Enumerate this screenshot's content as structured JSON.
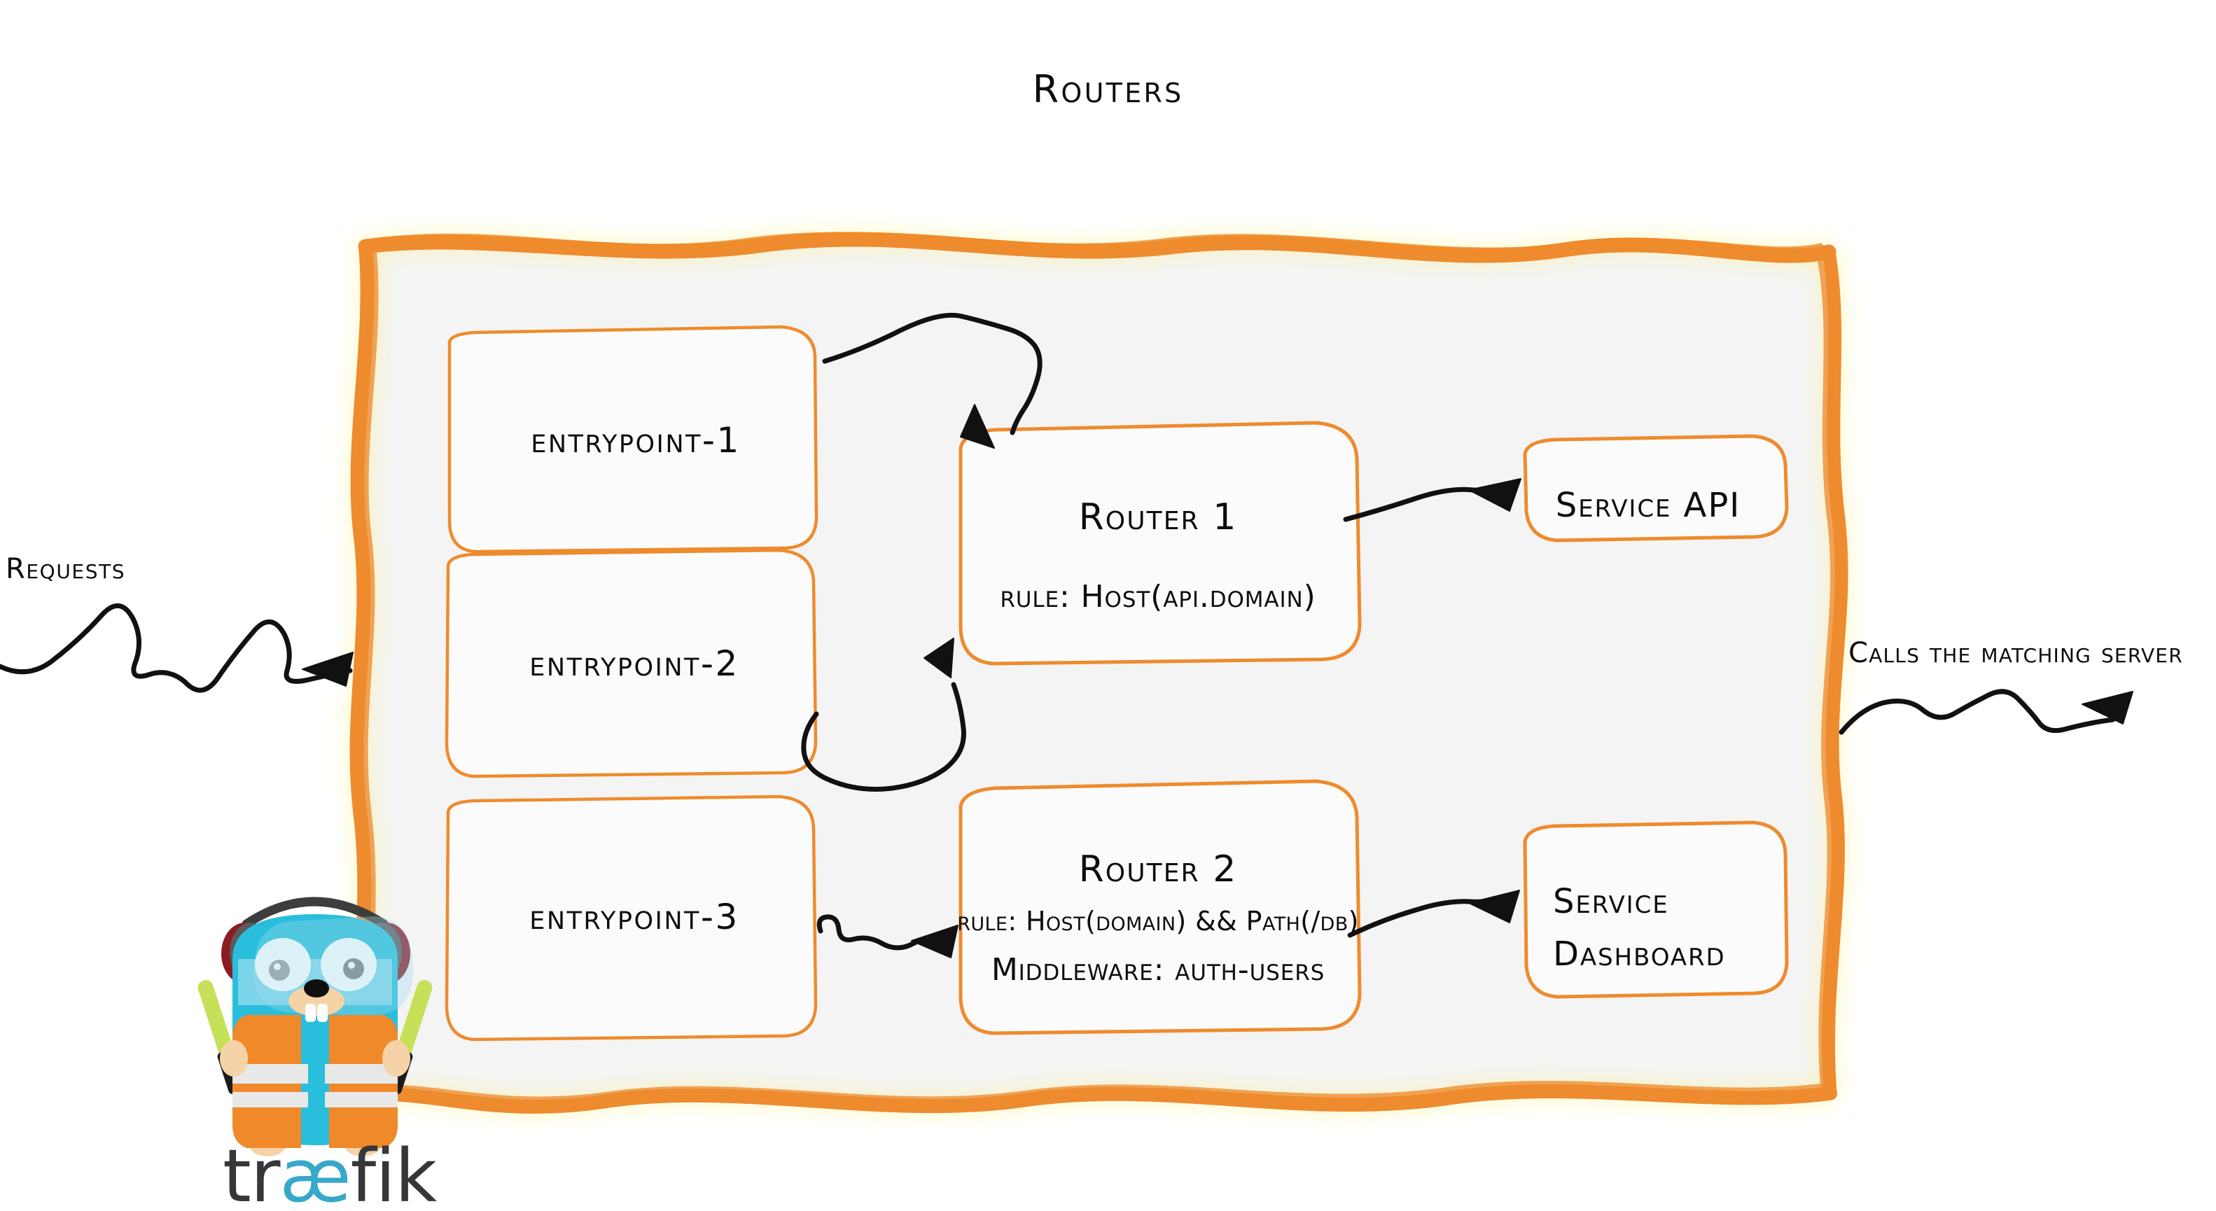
{
  "title": "Routers",
  "colors": {
    "brand_orange": "#ee8b2d",
    "panel_fill": "#f4f4f4",
    "box_fill": "#fbfbfb",
    "ink": "#0d0d0d",
    "gopher_body": "#29bedb",
    "gopher_vest": "#f0892a",
    "logo_dark": "#37363a",
    "logo_accent": "#37a8c9",
    "wand_green": "#c6e05a"
  },
  "flow": {
    "ingress_label": "Requests",
    "egress_label": "Calls the matching server"
  },
  "entrypoints": [
    {
      "label": "entrypoint-1"
    },
    {
      "label": "entrypoint-2"
    },
    {
      "label": "entrypoint-3"
    }
  ],
  "routers": [
    {
      "name": "Router 1",
      "rule": "rule: Host(api.domain)",
      "middleware": ""
    },
    {
      "name": "Router 2",
      "rule": "rule: Host(domain) && Path(/db)",
      "middleware": "Middleware: auth-users"
    }
  ],
  "services": [
    {
      "line1": "Service API",
      "line2": ""
    },
    {
      "line1": "Service",
      "line2": "Dashboard"
    }
  ],
  "logo": {
    "prefix": "tr",
    "accent": "æ",
    "suffix": "fik",
    "alt": "traefik"
  },
  "chart_data": {
    "type": "diagram",
    "title": "Routers",
    "nodes": [
      {
        "id": "entrypoint-1",
        "kind": "entrypoint",
        "label": "entrypoint-1"
      },
      {
        "id": "entrypoint-2",
        "kind": "entrypoint",
        "label": "entrypoint-2"
      },
      {
        "id": "entrypoint-3",
        "kind": "entrypoint",
        "label": "entrypoint-3"
      },
      {
        "id": "router-1",
        "kind": "router",
        "label": "Router 1",
        "rule": "rule: Host(api.domain)"
      },
      {
        "id": "router-2",
        "kind": "router",
        "label": "Router 2",
        "rule": "rule: Host(domain) && Path(/db)",
        "middleware": "Middleware: auth-users"
      },
      {
        "id": "service-api",
        "kind": "service",
        "label": "Service API"
      },
      {
        "id": "service-dashboard",
        "kind": "service",
        "label": "Service Dashboard"
      }
    ],
    "edges": [
      {
        "from": "ingress",
        "to": "routers-panel",
        "label": "Requests"
      },
      {
        "from": "entrypoint-1",
        "to": "router-1",
        "label": ""
      },
      {
        "from": "entrypoint-2",
        "to": "router-1",
        "label": ""
      },
      {
        "from": "entrypoint-3",
        "to": "router-2",
        "label": ""
      },
      {
        "from": "router-1",
        "to": "service-api",
        "label": ""
      },
      {
        "from": "router-2",
        "to": "service-dashboard",
        "label": ""
      },
      {
        "from": "routers-panel",
        "to": "egress",
        "label": "Calls the matching server"
      }
    ]
  }
}
